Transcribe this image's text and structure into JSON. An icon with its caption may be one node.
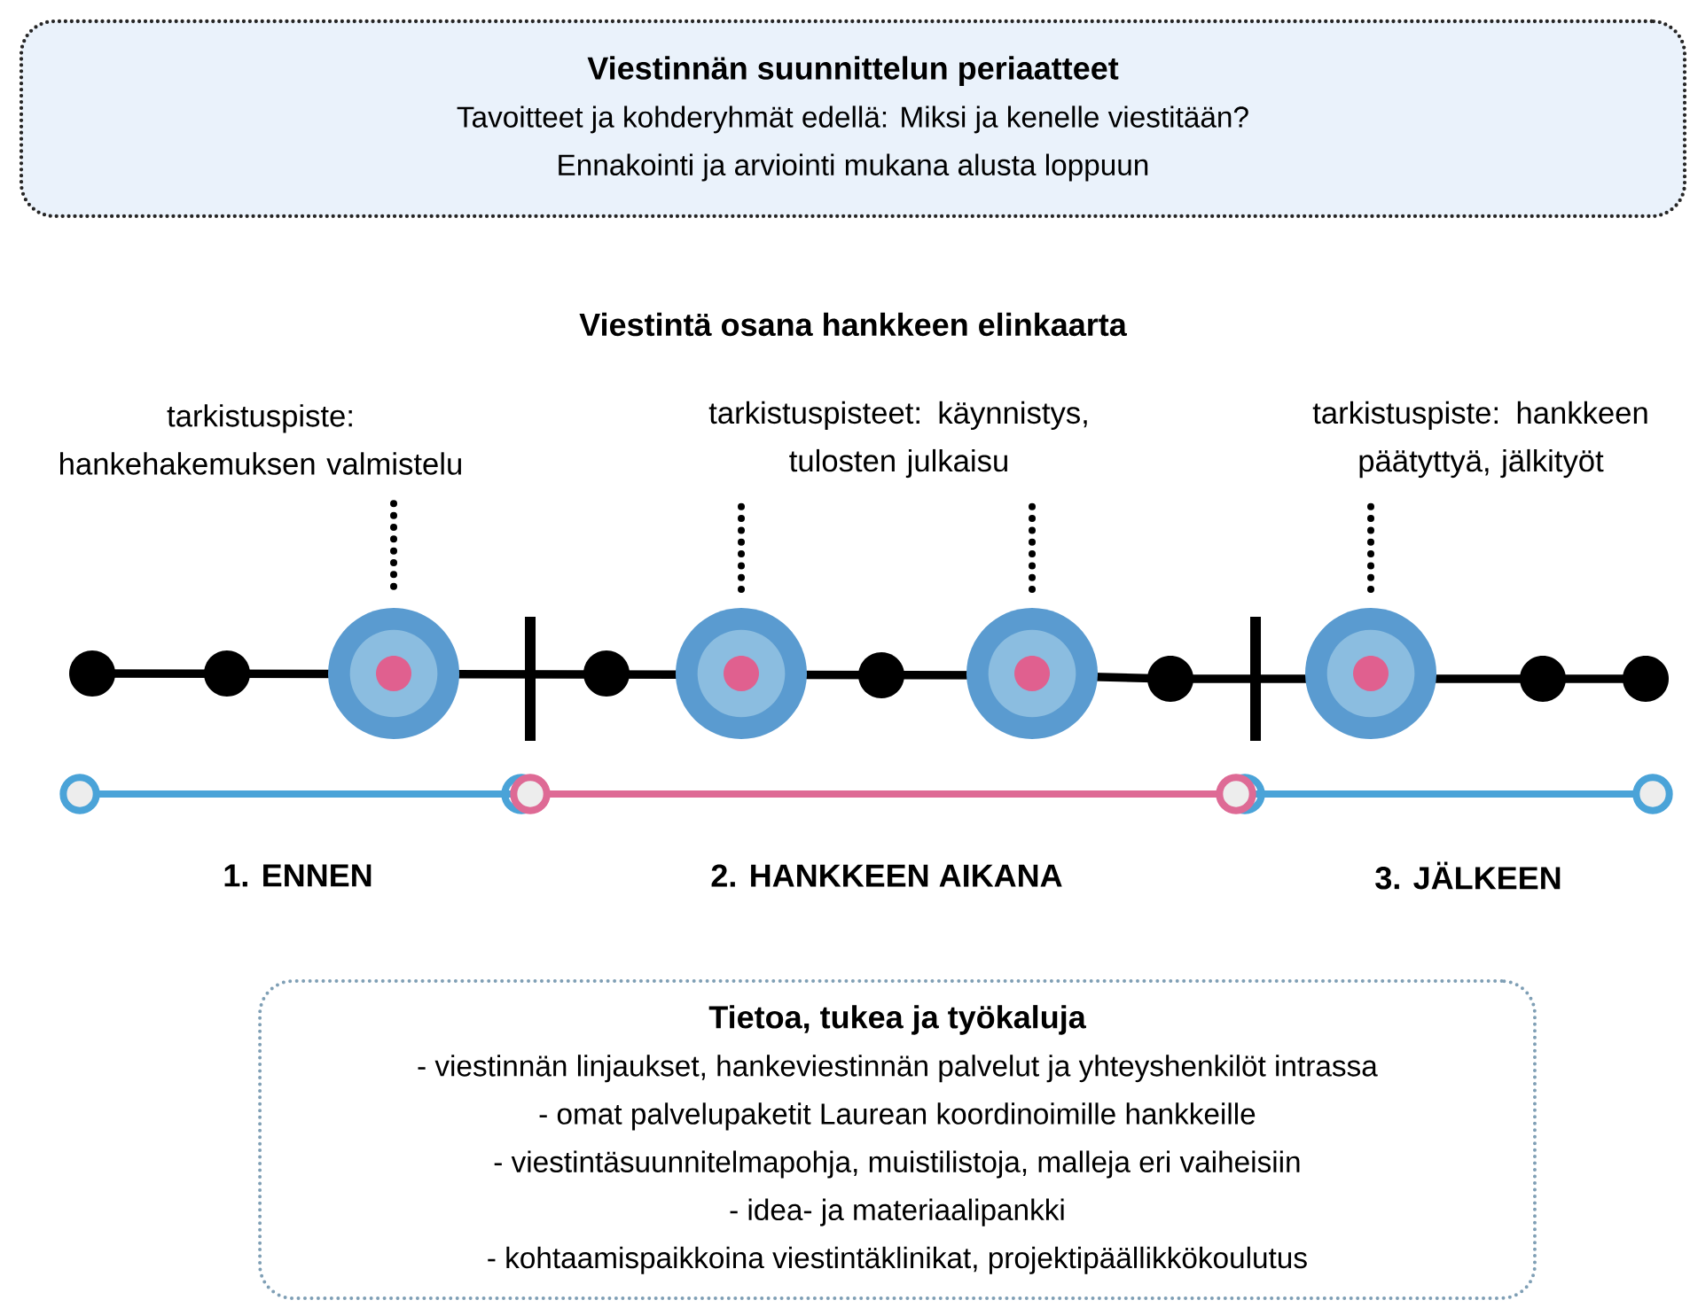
{
  "diagram": {
    "nodes": [
      {
        "text": [
          "Viestinnän suunnittelun periaatteet",
          "Tavoitteet ja kohderyhmät edellä: Miksi ja kenelle viestitään?",
          "Ennakointi ja arviointi mukana alusta loppuun"
        ]
      },
      {
        "text": [
          "Tietoa, tukea ja työkaluja",
          "- viestinnän linjaukset, hankeviestinnän palvelut ja yhteyshenkilöt intrassa",
          "- omat palvelupaketit Laurean koordinoimille hankkeille",
          "- viestintäsuunnitelmapohja, muistilistoja, malleja eri vaiheisiin",
          "- idea- ja materiaalipankki",
          "- kohtaamispaikkoina viestintäklinikat, projektipäällikkökoulutus"
        ]
      },
      {
        "text": [
          "tarkistuspiste: hankehakemuksen valmistelu"
        ]
      },
      {
        "text": [
          "tarkistuspisteet: käynnistys, tulosten julkaisu"
        ]
      },
      {
        "text": [
          "tarkistuspiste: hankkeen päätyttyä, jälkityöt"
        ]
      },
      {
        "text": [],
        "shape": "circle"
      },
      {
        "text": [],
        "shape": "circle"
      },
      {
        "text": [],
        "shape": "circle"
      },
      {
        "text": [],
        "shape": "circle"
      }
    ],
    "edges": [
      {
        "from": 2,
        "to": 5,
        "arrow": "none"
      },
      {
        "from": 3,
        "to": 6,
        "arrow": "none"
      },
      {
        "from": 3,
        "to": 7,
        "arrow": "none"
      },
      {
        "from": 4,
        "to": 8,
        "arrow": "none"
      }
    ],
    "labels": [
      "Viestintä osana hankkeen elinkaarta",
      "1. ENNEN",
      "2. HANKKEEN AIKANA",
      "3. JÄLKEEN"
    ]
  }
}
